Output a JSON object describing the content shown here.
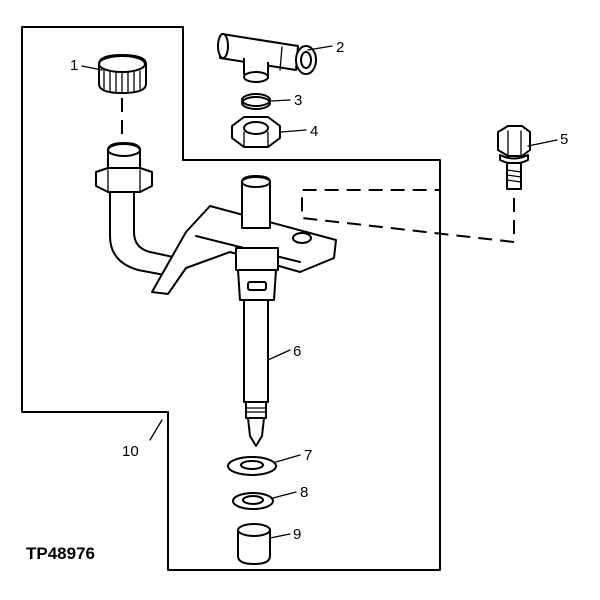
{
  "figure_id": "TP48976",
  "callouts": [
    {
      "id": "c1",
      "label": "1"
    },
    {
      "id": "c2",
      "label": "2"
    },
    {
      "id": "c3",
      "label": "3"
    },
    {
      "id": "c4",
      "label": "4"
    },
    {
      "id": "c5",
      "label": "5"
    },
    {
      "id": "c6",
      "label": "6"
    },
    {
      "id": "c7",
      "label": "7"
    },
    {
      "id": "c8",
      "label": "8"
    },
    {
      "id": "c9",
      "label": "9"
    },
    {
      "id": "c10",
      "label": "10"
    }
  ]
}
